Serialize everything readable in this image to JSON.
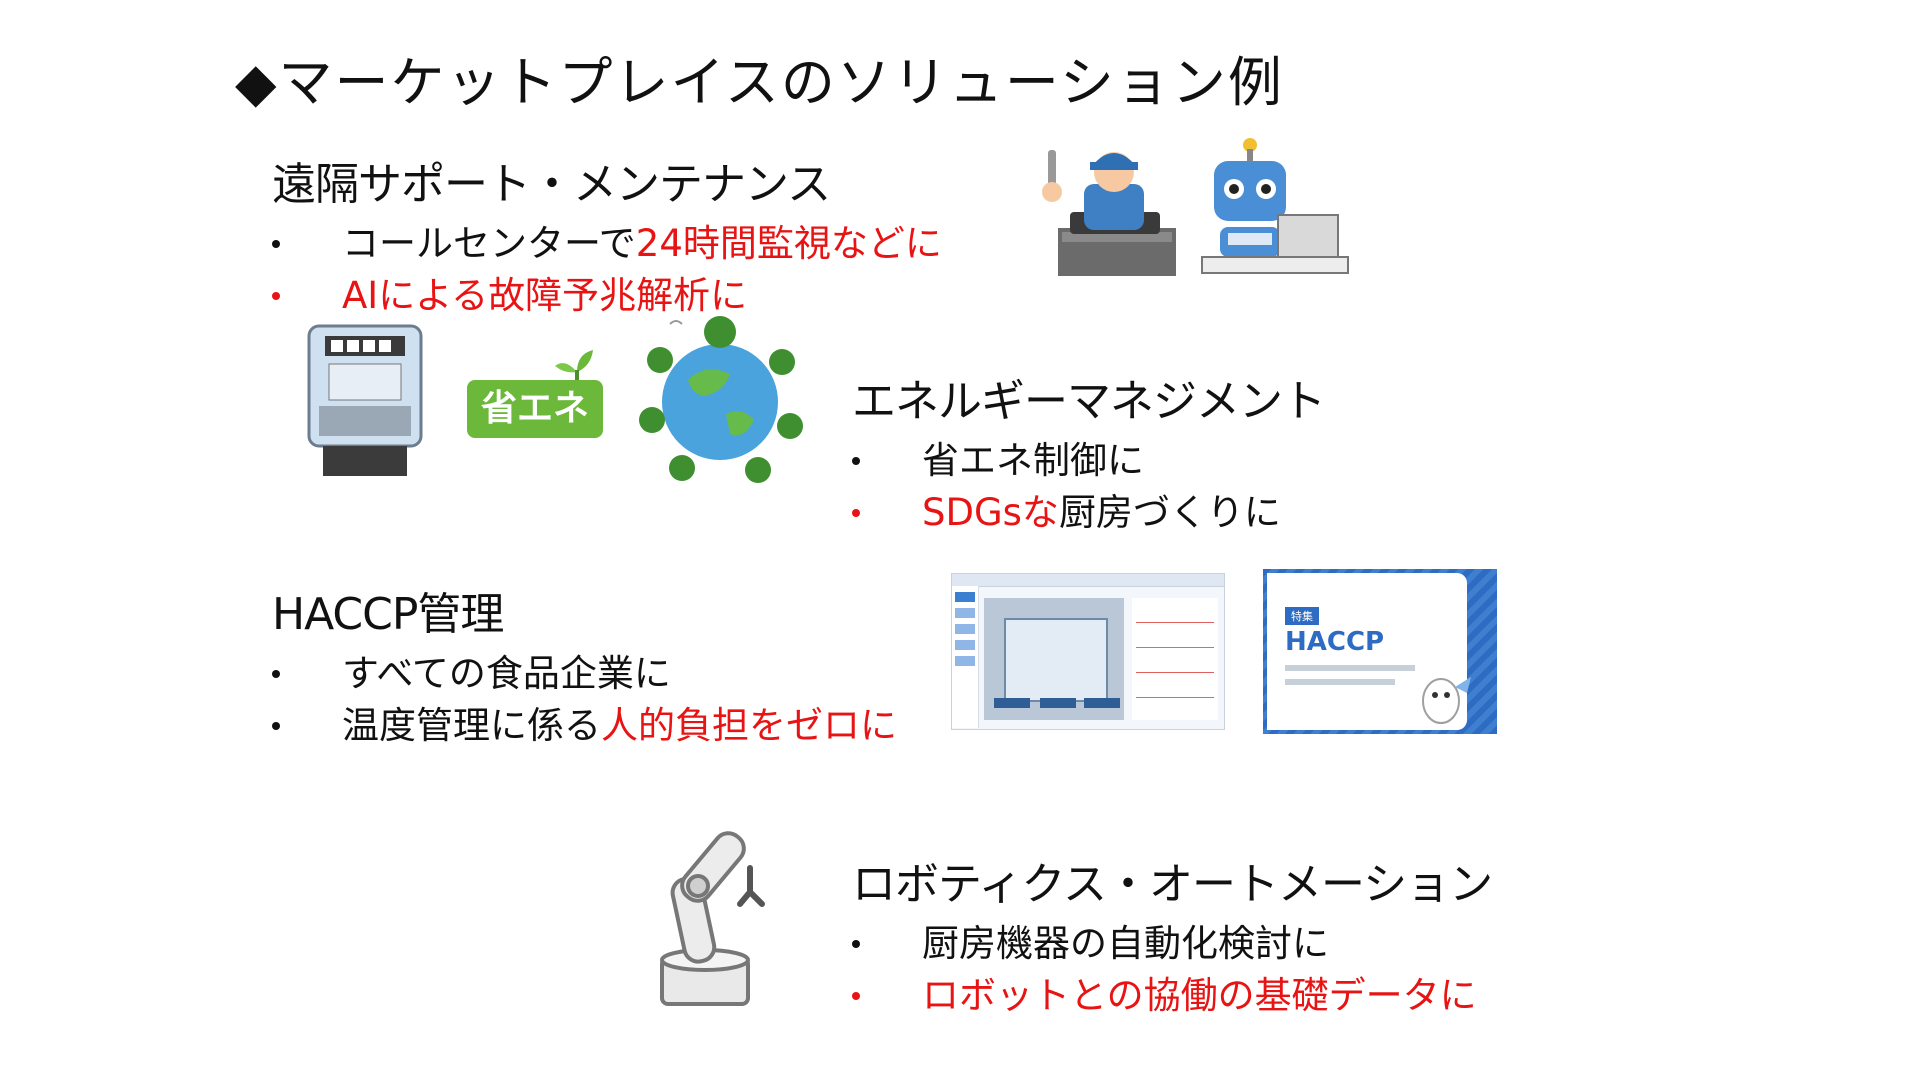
{
  "title": "◆マーケットプレイスのソリューション例",
  "colors": {
    "text": "#111111",
    "highlight": "#e81414"
  },
  "sections": [
    {
      "heading": "遠隔サポート・メンテナンス",
      "bullets": [
        {
          "normal": "コールセンターで",
          "highlight": "24時間監視などに"
        },
        {
          "normal": "",
          "highlight": "AIによる故障予兆解析に",
          "dot_red": true
        }
      ],
      "illustrations": [
        "mechanic-icon",
        "robot-laptop-icon"
      ]
    },
    {
      "heading": "エネルギーマネジメント",
      "bullets": [
        {
          "normal": "省エネ制御に",
          "highlight": ""
        },
        {
          "normal_after": "厨房づくりに",
          "highlight": "SDGsな",
          "dot_red": true
        }
      ],
      "illustrations": [
        "electric-meter-icon",
        "energy-saving-sign-icon",
        "earth-trees-icon"
      ],
      "sign_text": "省エネ"
    },
    {
      "heading": "HACCP管理",
      "bullets": [
        {
          "normal": "すべての食品企業に",
          "highlight": ""
        },
        {
          "normal": "温度管理に係る",
          "highlight": "人的負担をゼロに"
        }
      ],
      "illustrations": [
        "dashboard-screenshot",
        "haccp-article-card"
      ],
      "card_tag": "特集",
      "card_title": "HACCP"
    },
    {
      "heading": "ロボティクス・オートメーション",
      "bullets": [
        {
          "normal": "厨房機器の自動化検討に",
          "highlight": ""
        },
        {
          "normal": "",
          "highlight": "ロボットとの協働の基礎データに",
          "dot_red": true
        }
      ],
      "illustrations": [
        "robot-arm-icon"
      ]
    }
  ]
}
